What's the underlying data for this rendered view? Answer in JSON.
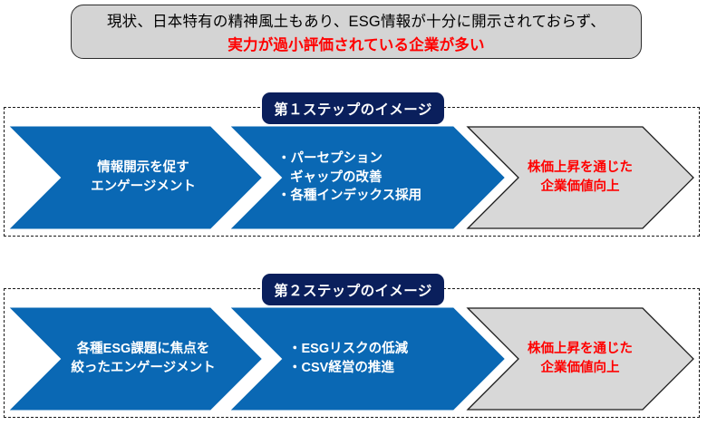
{
  "callout": {
    "line1": "現状、日本特有の精神風土もあり、ESG情報が十分に開示されておらず、",
    "line2": "実力が過小評価されている企業が多い",
    "bg_color": "#d4d4d4",
    "border_color": "#2b2b2b",
    "line2_color": "#ff0000"
  },
  "colors": {
    "blue": "#0a68b4",
    "navy": "#0a1f5c",
    "gray": "#d8d8d8",
    "gray_border": "#1a1a1a",
    "red": "#ff0000",
    "white": "#ffffff",
    "dash_border": "#1a1a1a"
  },
  "steps": [
    {
      "badge": "第１ステップのイメージ",
      "arrows": [
        {
          "style": "blue",
          "lines": [
            "情報開示を促す",
            "エンゲージメント"
          ]
        },
        {
          "style": "blue",
          "lines": [
            "・パーセプション",
            "ギャップの改善",
            "・各種インデックス採用"
          ]
        },
        {
          "style": "gray",
          "lines": [
            "株価上昇を通じた",
            "企業価値向上"
          ]
        }
      ]
    },
    {
      "badge": "第２ステップのイメージ",
      "arrows": [
        {
          "style": "blue",
          "lines": [
            "各種ESG課題に焦点を",
            "絞ったエンゲージメント"
          ]
        },
        {
          "style": "blue",
          "lines": [
            "・ESGリスクの低減",
            "・CSV経営の推進"
          ]
        },
        {
          "style": "gray",
          "lines": [
            "株価上昇を通じた",
            "企業価値向上"
          ]
        }
      ]
    }
  ]
}
